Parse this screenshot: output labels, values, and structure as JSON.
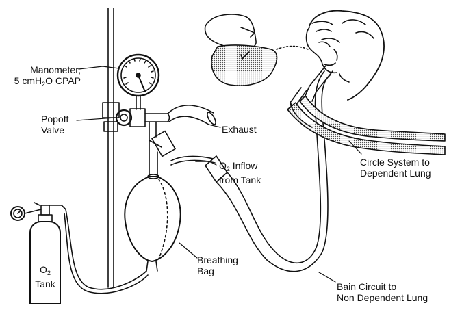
{
  "labels": {
    "manometer_line1": "Manometer,",
    "manometer_line2_pre": "5 cmH",
    "manometer_line2_sub": "2",
    "manometer_line2_post": "O CPAP",
    "popoff_line1": "Popoff",
    "popoff_line2": "Valve",
    "exhaust": "Exhaust",
    "o2_inflow_pre": "O",
    "o2_inflow_sub": "2",
    "o2_inflow_post": " Inflow",
    "o2_inflow_line2": "from Tank",
    "circle_line1": "Circle System to",
    "circle_line2": "Dependent Lung",
    "breathing_line1": "Breathing",
    "breathing_line2": "Bag",
    "tank_pre": "O",
    "tank_sub": "2",
    "tank_line2": "Tank",
    "bain_line1": "Bain Circuit to",
    "bain_line2": "Non Dependent Lung"
  },
  "colors": {
    "ink": "#111111",
    "stipple": "#bdbdbd",
    "background": "#ffffff"
  }
}
